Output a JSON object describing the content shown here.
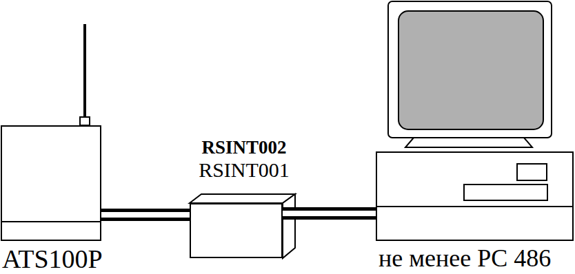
{
  "diagram": {
    "nodes": [
      {
        "text": [
          "ATS100P"
        ]
      },
      {
        "text": [
          "RSINT002",
          "RSINT001"
        ]
      },
      {
        "text": [
          "не менее PC 486"
        ]
      }
    ],
    "edges": [
      {
        "from": 0,
        "to": 1,
        "arrow": "none"
      },
      {
        "from": 1,
        "to": 2,
        "arrow": "none"
      }
    ]
  }
}
